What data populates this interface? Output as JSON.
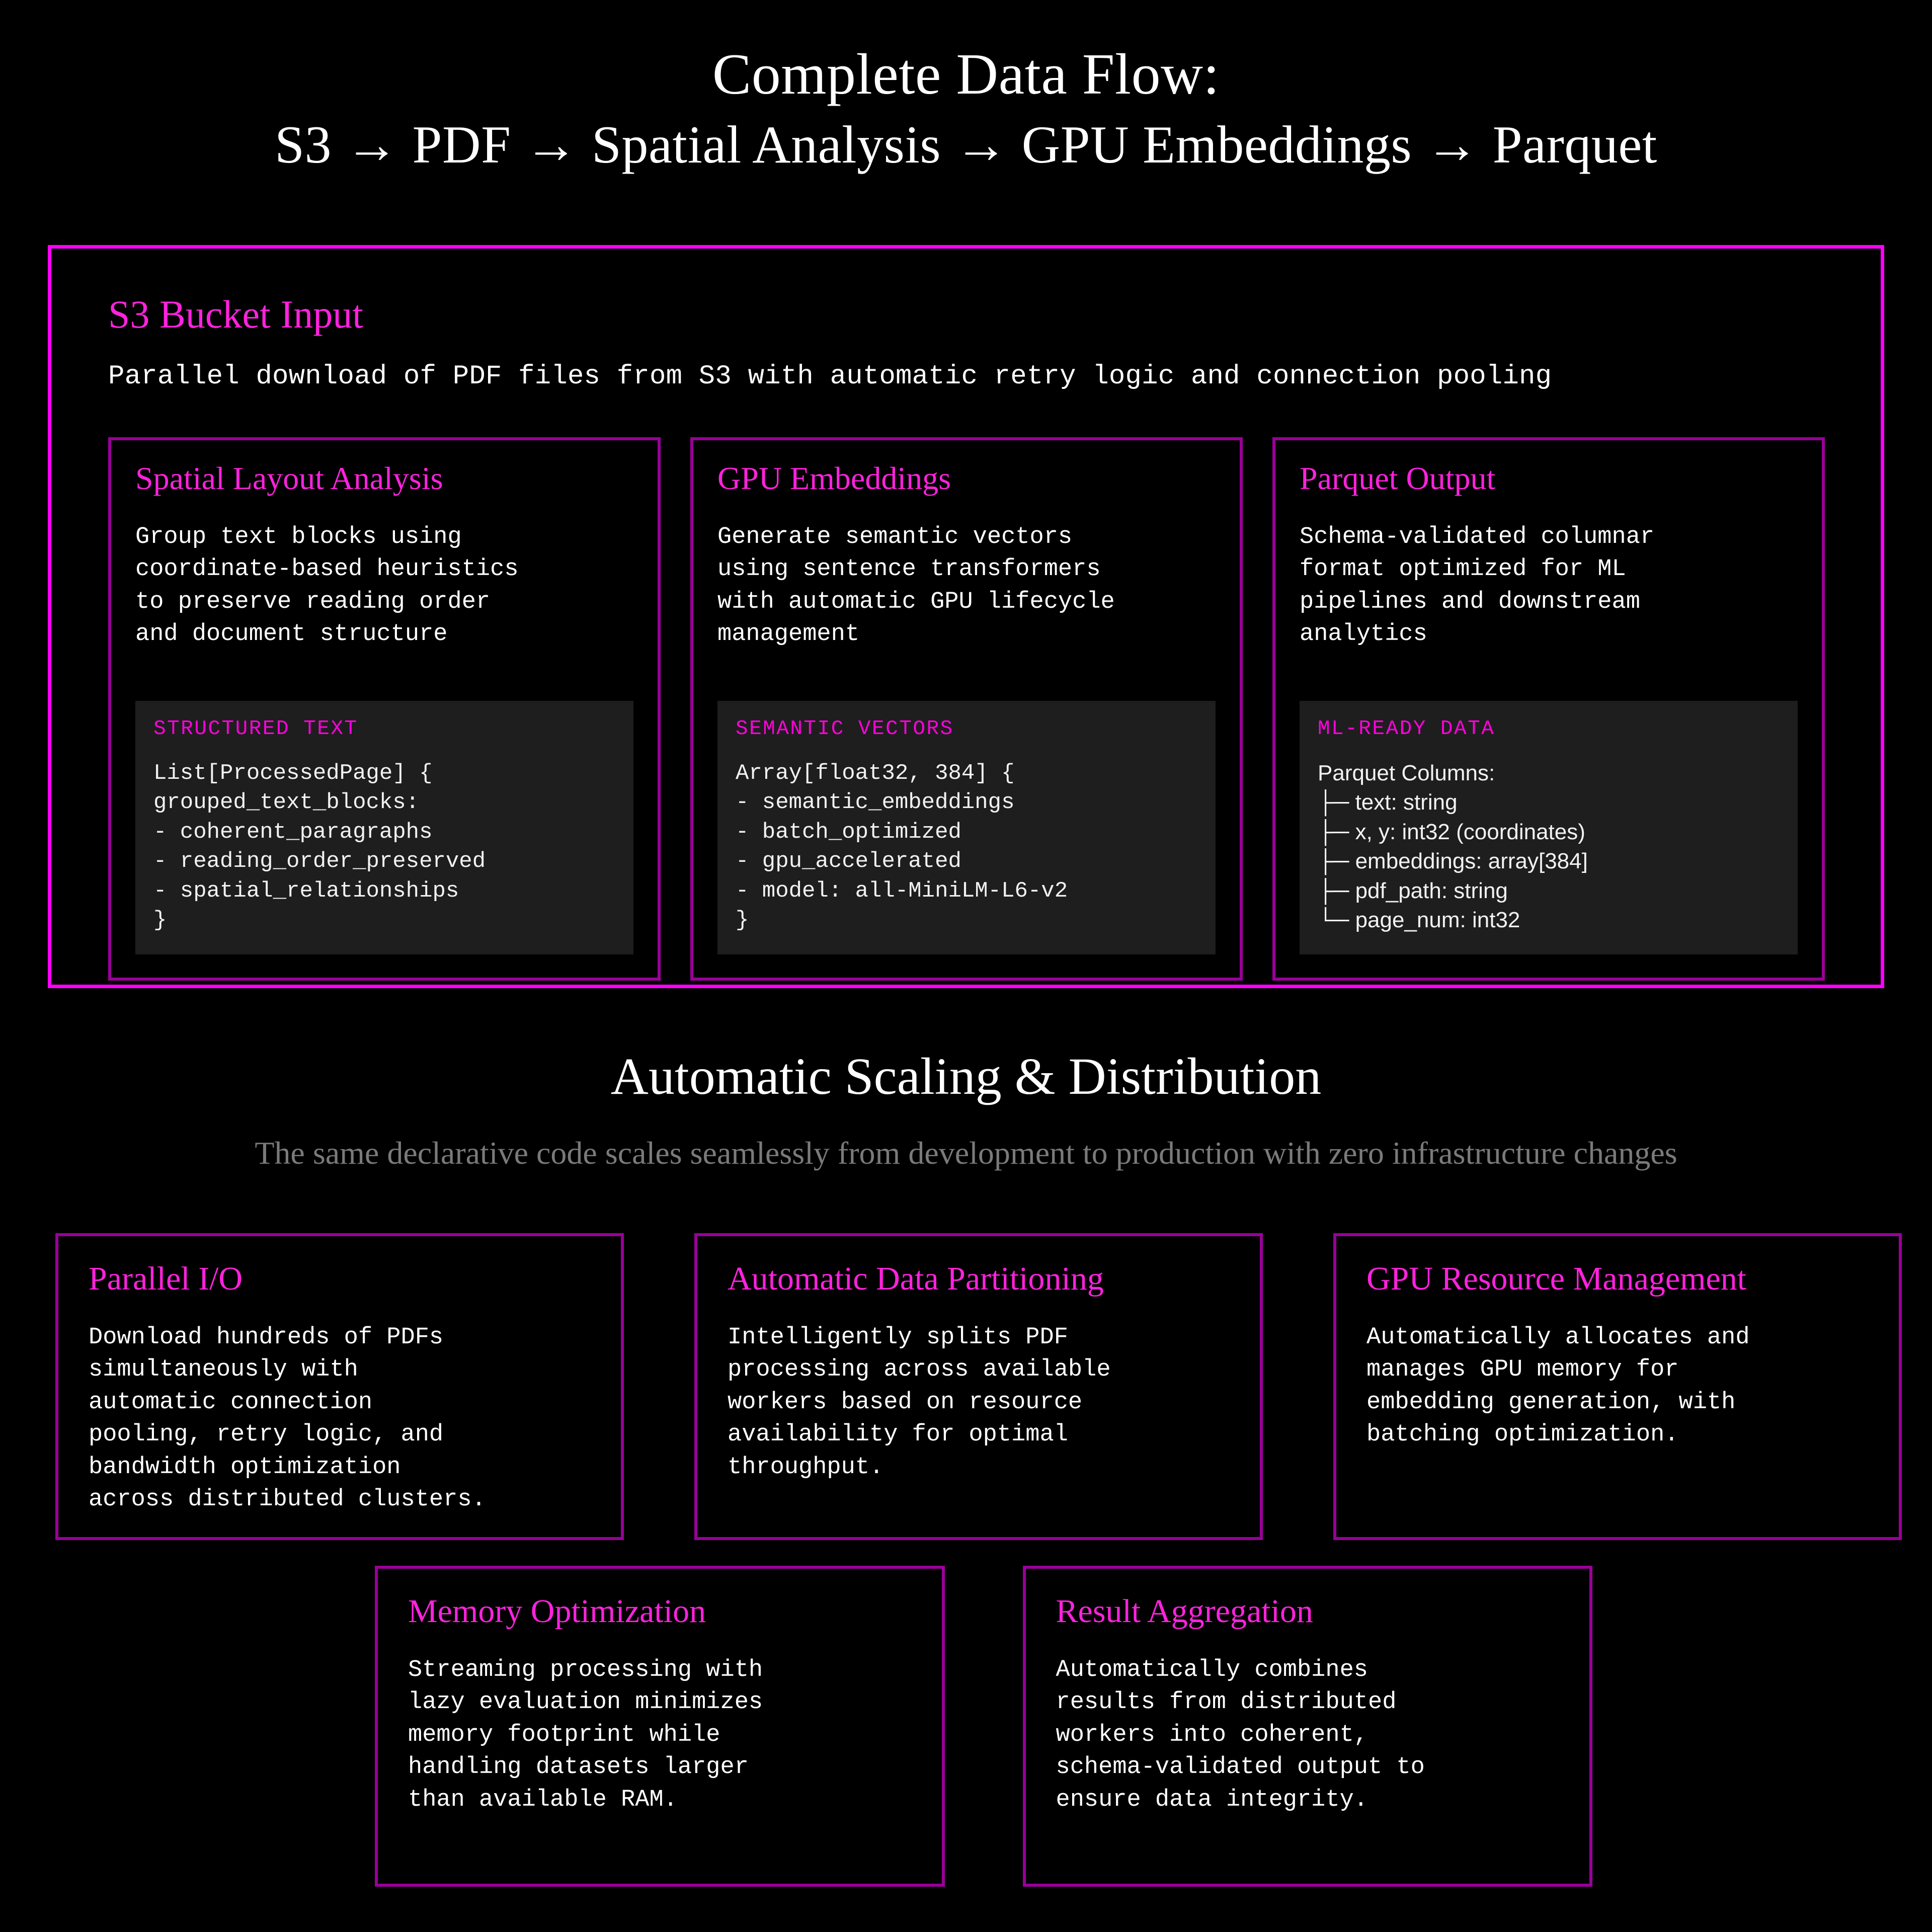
{
  "header": {
    "title_line1": "Complete Data Flow:",
    "title_line2": "S3 → PDF → Spatial Analysis → GPU Embeddings → Parquet"
  },
  "flow": {
    "heading": "S3 Bucket Input",
    "description": "Parallel download of PDF files from S3 with automatic retry logic and connection pooling",
    "stages": [
      {
        "title": "Spatial Layout Analysis",
        "description": "Group text blocks using\ncoordinate-based heuristics\nto preserve reading order\nand document structure",
        "code_label": "STRUCTURED TEXT",
        "code_body": "List[ProcessedPage] {\ngrouped_text_blocks:\n- coherent_paragraphs\n- reading_order_preserved\n- spatial_relationships\n}"
      },
      {
        "title": "GPU Embeddings",
        "description": "Generate semantic vectors\nusing sentence transformers\nwith automatic GPU lifecycle\nmanagement",
        "code_label": "SEMANTIC VECTORS",
        "code_body": "Array[float32, 384] {\n- semantic_embeddings\n- batch_optimized\n- gpu_accelerated\n- model: all-MiniLM-L6-v2\n}"
      },
      {
        "title": "Parquet Output",
        "description": "Schema-validated columnar\nformat optimized for ML\npipelines and downstream\nanalytics",
        "code_label": "ML-READY DATA",
        "code_body": "Parquet Columns:\n├─ text: string\n├─ x, y: int32 (coordinates)\n├─ embeddings: array[384]\n├─ pdf_path: string\n└─ page_num: int32"
      }
    ]
  },
  "scaling": {
    "title": "Automatic Scaling & Distribution",
    "subtitle": "The same declarative code scales seamlessly from development to production with zero infrastructure changes",
    "features_top": [
      {
        "title": "Parallel I/O",
        "description": "Download hundreds of PDFs\nsimultaneously with\nautomatic connection\npooling, retry logic, and\nbandwidth optimization\nacross distributed clusters."
      },
      {
        "title": "Automatic Data Partitioning",
        "description": "Intelligently splits PDF\nprocessing across available\nworkers based on resource\navailability for optimal\nthroughput."
      },
      {
        "title": "GPU Resource Management",
        "description": "Automatically allocates and\nmanages GPU memory for\nembedding generation, with\nbatching optimization."
      }
    ],
    "features_bottom": [
      {
        "title": "Memory Optimization",
        "description": "Streaming processing with\nlazy evaluation minimizes\nmemory footprint while\nhandling datasets larger\nthan available RAM."
      },
      {
        "title": "Result Aggregation",
        "description": "Automatically combines\nresults from distributed\nworkers into coherent,\nschema-validated output to\nensure data integrity."
      }
    ]
  },
  "colors": {
    "background": "#000000",
    "accent_bright": "#ff00ff",
    "accent_dim": "#990099",
    "heading_pink": "#ff22dd",
    "code_background": "#1e1e1e",
    "muted_text": "#7a7a7a"
  }
}
